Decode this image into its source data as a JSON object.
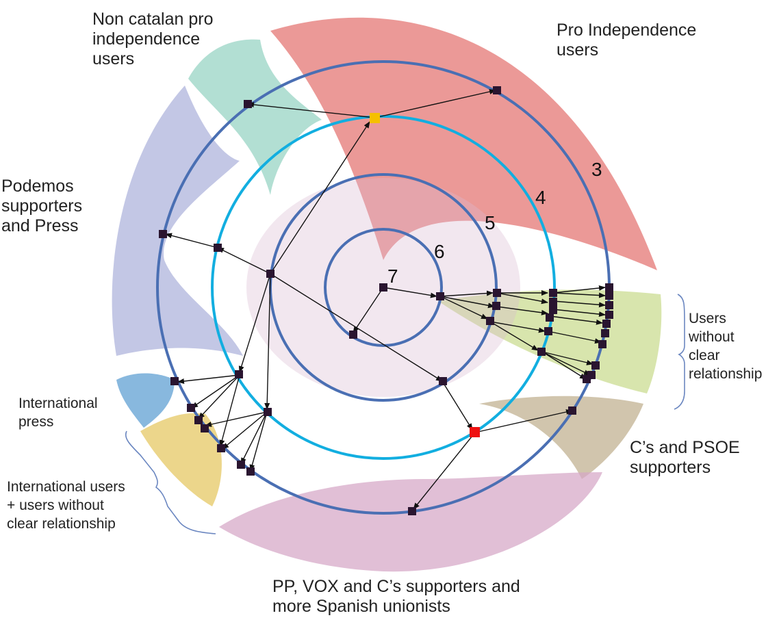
{
  "groups": {
    "non_catalan": "Non catalan pro\nindependence\nusers",
    "pro_independence": "Pro Independence\nusers",
    "podemos": "Podemos\nsupporters\nand Press",
    "international_press": "International\npress",
    "international_users": "International users\n+ users without\nclear relationship",
    "unclear": "Users\nwithout\nclear\nrelationship",
    "cs_psoe": "C’s and PSOE\nsupporters",
    "pp_vox": "PP, VOX and C’s supporters and\nmore Spanish unionists"
  },
  "rings": {
    "r3": "3",
    "r4": "4",
    "r5": "5",
    "r6": "6",
    "r7": "7"
  },
  "colors": {
    "ring_dark": "#4a6fb3",
    "ring_light": "#12aee0",
    "node": "#2a1530",
    "highlight_yellow": "#f5c000",
    "highlight_red": "#ee1111",
    "pro_independence": "#e67c7a",
    "non_catalan": "#7fc9b5",
    "podemos": "#a7acd8",
    "international_press": "#6aa6d6",
    "international_users": "#e4c45a",
    "cs_psoe": "#bfae8e",
    "pp_vox": "#d6a6c6",
    "unclear": "#b8cf6a"
  }
}
